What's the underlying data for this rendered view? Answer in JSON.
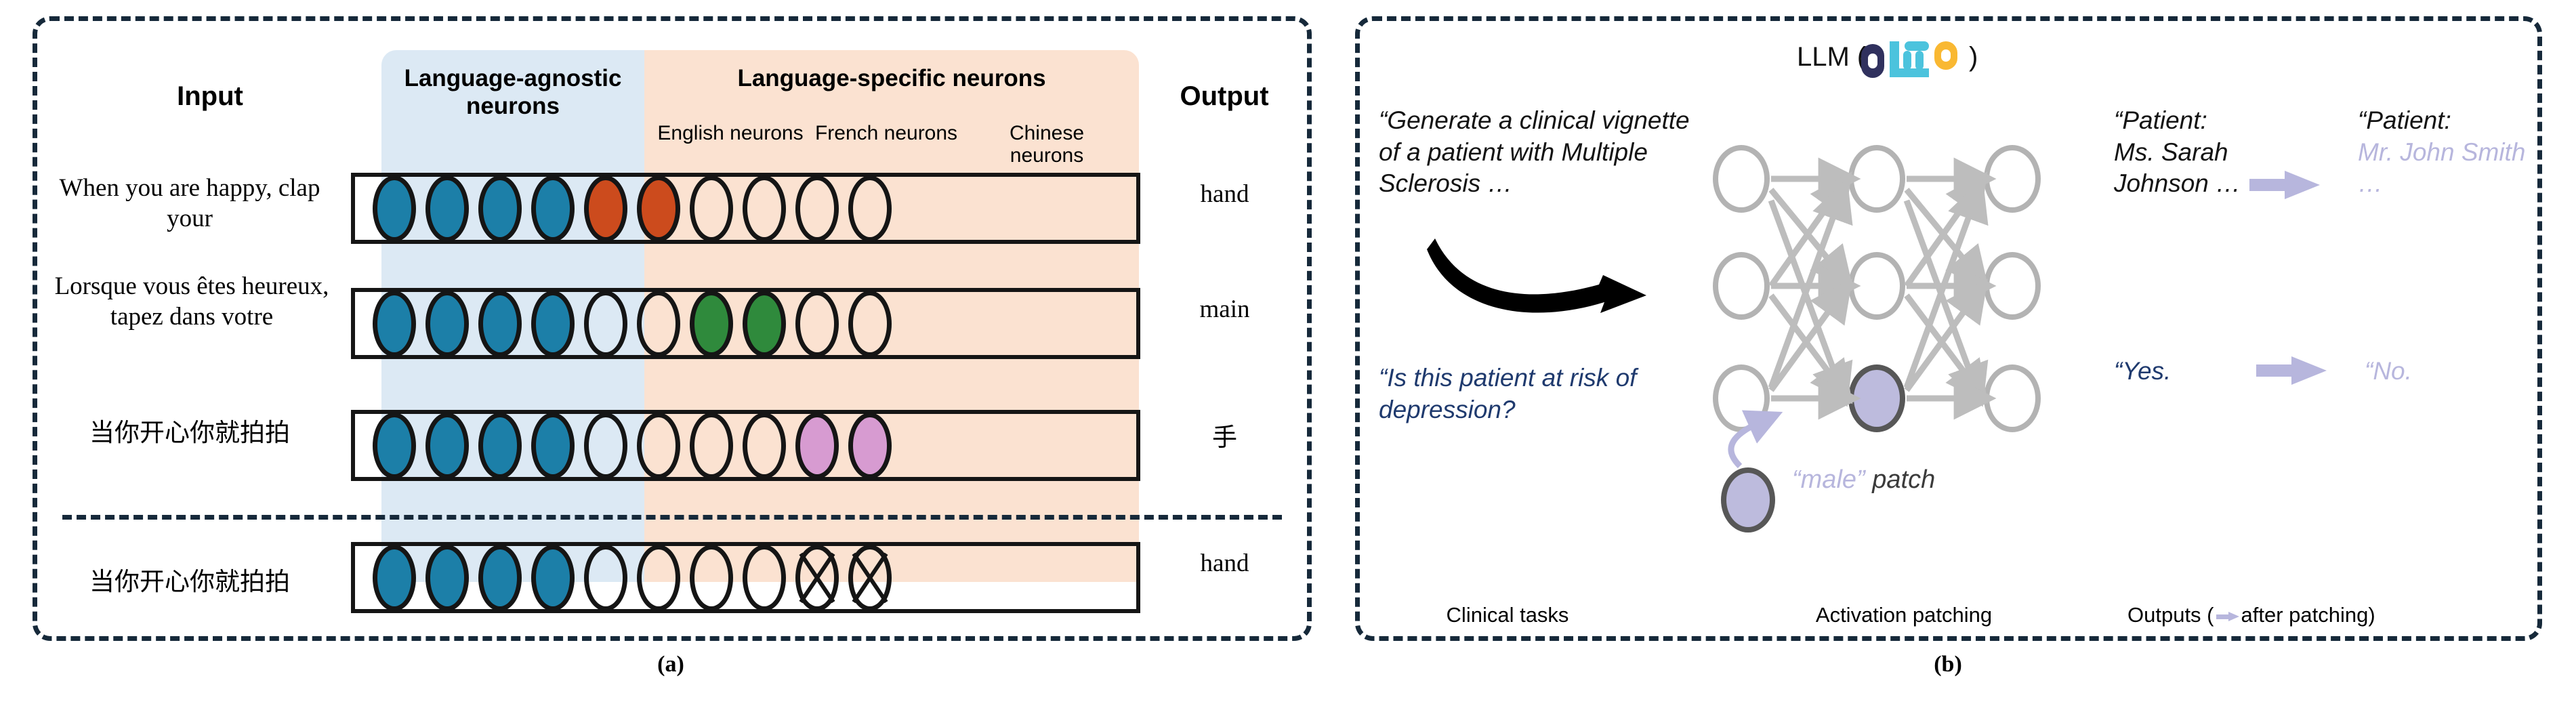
{
  "panel_a": {
    "caption": "(a)",
    "input_header": "Input",
    "output_header": "Output",
    "group_headers": {
      "agnostic": "Language-agnostic neurons",
      "specific": "Language-specific neurons",
      "english": "English neurons",
      "french": "French neurons",
      "chinese": "Chinese neurons"
    },
    "colors": {
      "agnostic_band": "#dce9f4",
      "specific_band": "#fbe2d1",
      "blue_neuron": "#1c7fa8",
      "orange_neuron": "#cc4b1d",
      "green_neuron": "#2f8a3c",
      "pink_neuron": "#d79bd1",
      "outline": "#151515"
    },
    "rows": [
      {
        "input": "When you are happy, clap your",
        "output": "hand",
        "neurons": [
          "blue",
          "blue",
          "blue",
          "blue",
          "orange",
          "orange",
          "empty",
          "empty",
          "empty",
          "empty"
        ]
      },
      {
        "input": "Lorsque vous êtes heureux, tapez dans votre",
        "output": "main",
        "neurons": [
          "blue",
          "blue",
          "blue",
          "blue",
          "empty",
          "empty",
          "green",
          "green",
          "empty",
          "empty"
        ]
      },
      {
        "input": "当你开心你就拍拍",
        "output": "手",
        "neurons": [
          "blue",
          "blue",
          "blue",
          "blue",
          "empty",
          "empty",
          "empty",
          "empty",
          "pink",
          "pink"
        ]
      },
      {
        "input": "当你开心你就拍拍",
        "output": "hand",
        "neurons": [
          "blue",
          "blue",
          "blue",
          "blue",
          "empty",
          "empty",
          "empty",
          "empty",
          "ablated",
          "ablated"
        ]
      }
    ]
  },
  "panel_b": {
    "caption": "(b)",
    "title_prefix": "LLM (",
    "title_suffix": ")",
    "logo_name": "olmo-logo",
    "logo_colors": {
      "o1": "#30315e",
      "lm": "#4cc3dd",
      "o2": "#f9b832"
    },
    "prompts": [
      {
        "text": "“Generate a clinical vignette of a patient with Multiple Sclerosis …",
        "style": "black"
      },
      {
        "text": "“Is this patient at risk of depression?",
        "style": "navy"
      }
    ],
    "outputs": [
      {
        "before_prefix": "“Patient:",
        "before_body": "Ms. Sarah Johnson …",
        "after_prefix": "“Patient:",
        "after_body": "Mr. John Smith  …"
      },
      {
        "before_body": "“Yes.",
        "after_body": "“No."
      }
    ],
    "patch_label_quoted": "“male”",
    "patch_label_rest": "patch",
    "bottom_labels": {
      "left": "Clinical tasks",
      "middle": "Activation patching",
      "right_before": "Outputs (",
      "right_after": "after patching)"
    },
    "colors": {
      "navy_text": "#1f3a6e",
      "lavender": "#b7b6dd",
      "node_border": "#b3b3b3",
      "patched_node": "#bdbbdd",
      "edge": "#bdbdbd"
    }
  }
}
